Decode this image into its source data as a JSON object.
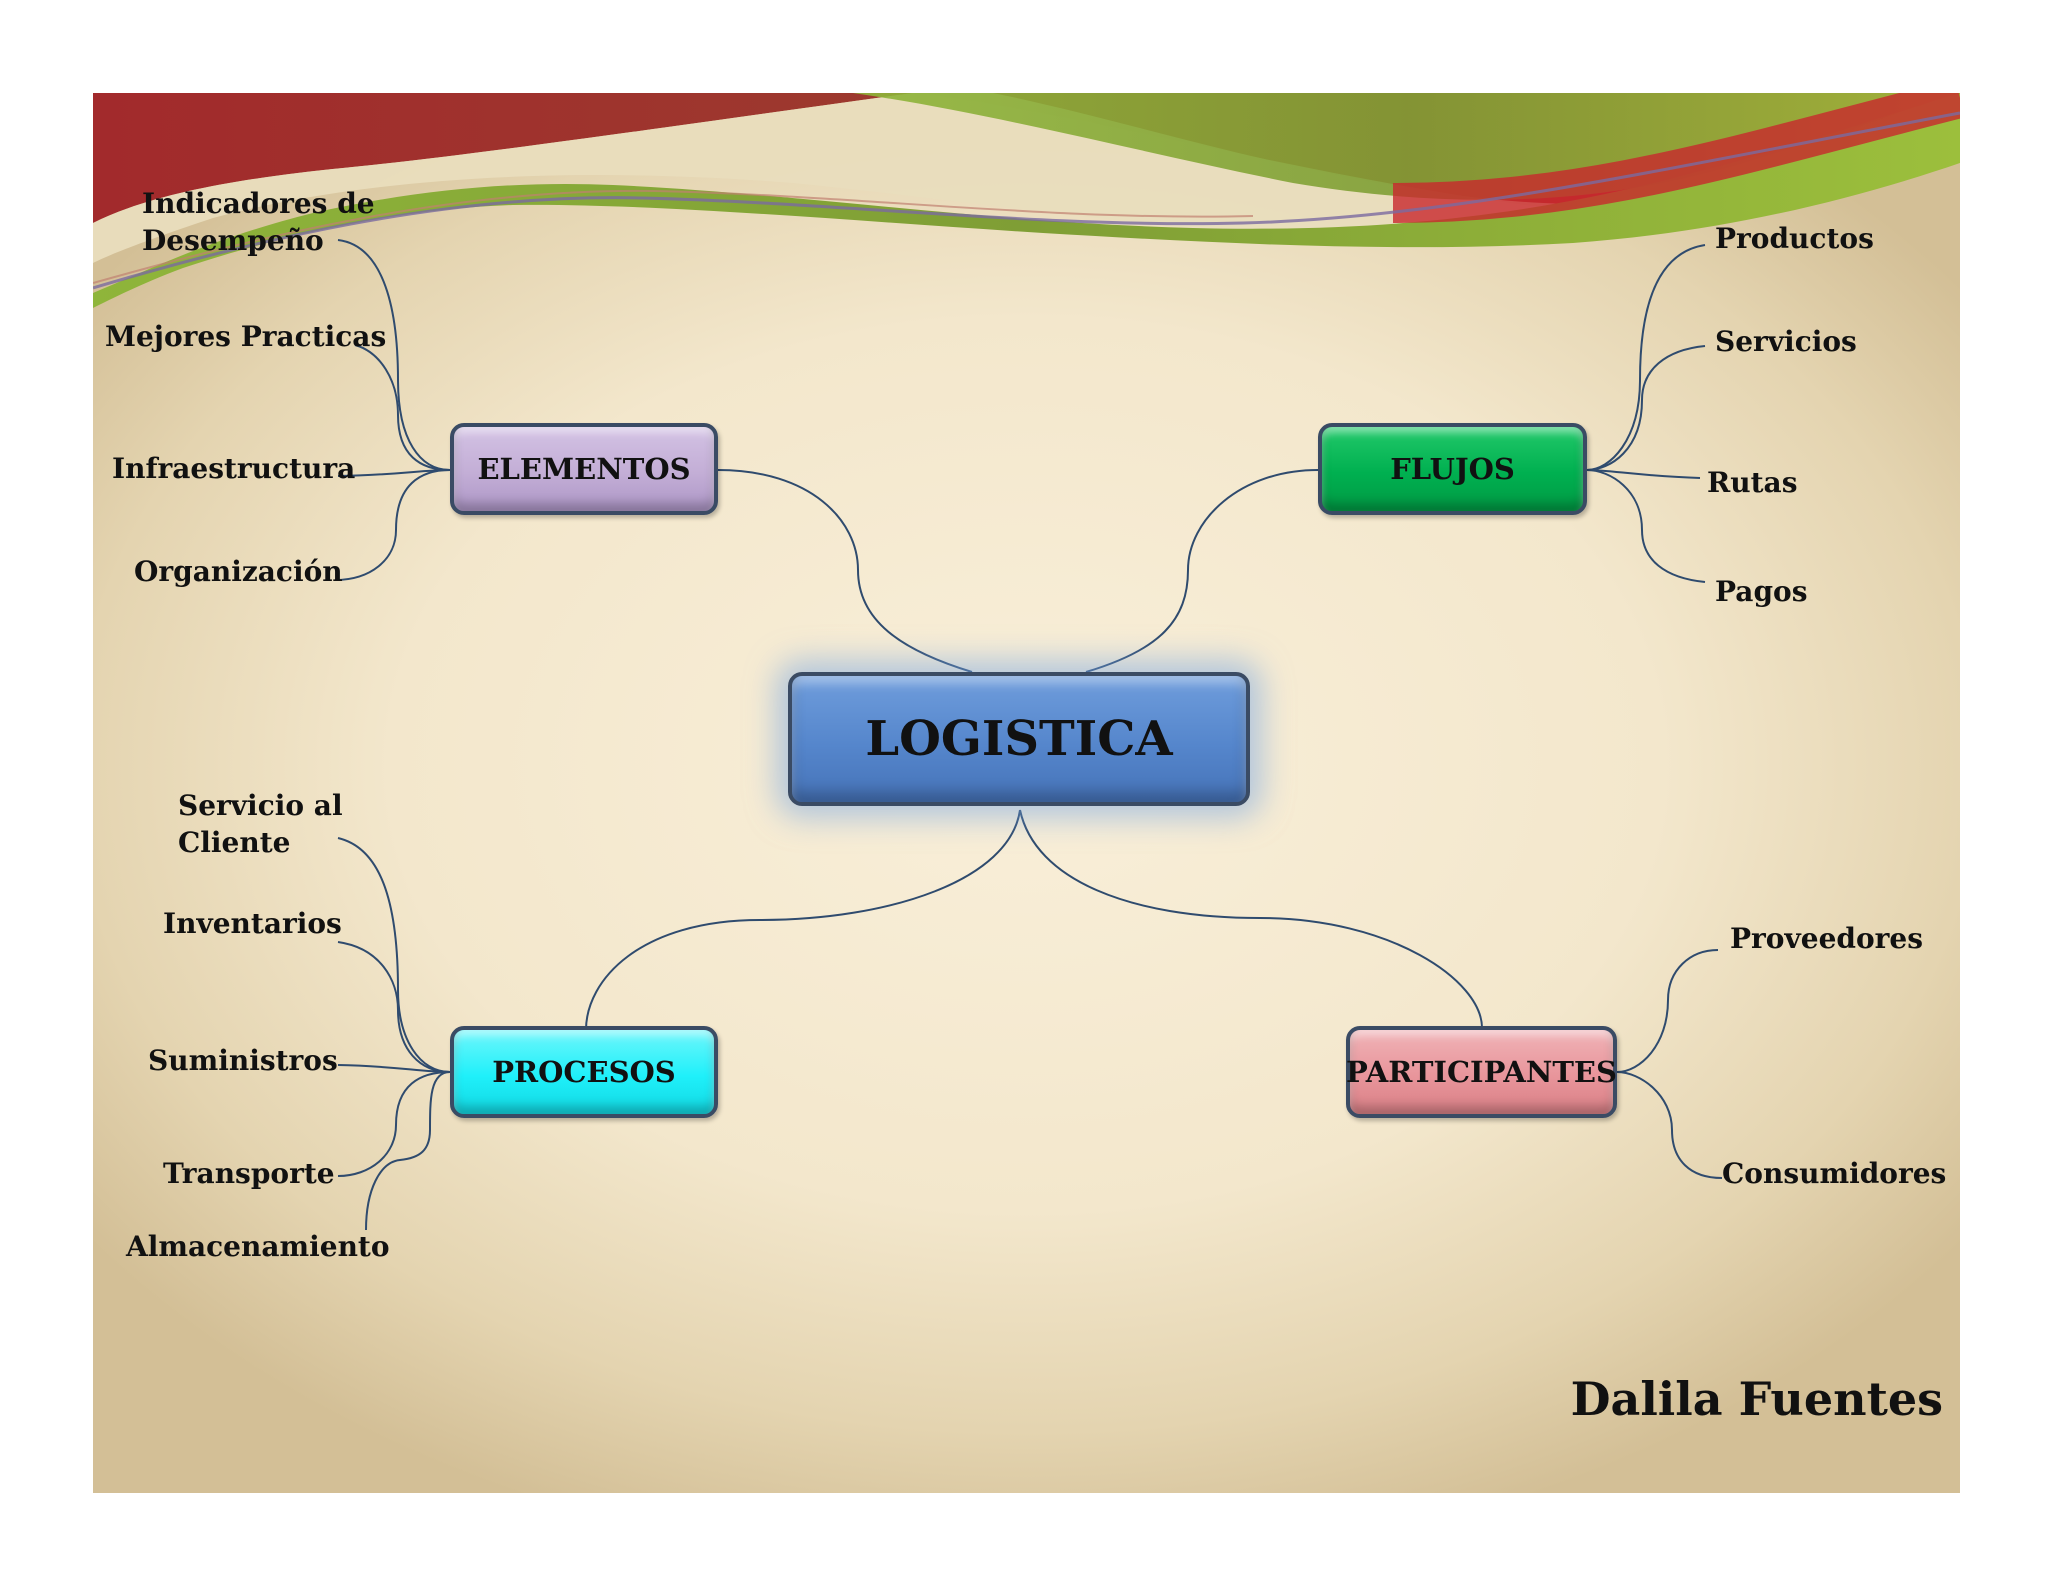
{
  "center": {
    "label": "LOGISTICA"
  },
  "branches": {
    "elementos": {
      "label": "ELEMENTOS",
      "color": "#c3aed6",
      "items": [
        "Indicadores de\nDesempeño",
        "Mejores Practicas",
        "Infraestructura",
        "Organización"
      ]
    },
    "flujos": {
      "label": "FLUJOS",
      "color": "#00b050",
      "items": [
        "Productos",
        "Servicios",
        "Rutas",
        "Pagos"
      ]
    },
    "procesos": {
      "label": "PROCESOS",
      "color": "#1ff0fa",
      "items": [
        "Servicio al\nCliente",
        "Inventarios",
        "Suministros",
        "Transporte",
        "Almacenamiento"
      ]
    },
    "participantes": {
      "label": "PARTICIPANTES",
      "color": "#e8959b",
      "items": [
        "Proveedores",
        "Consumidores"
      ]
    }
  },
  "author": "Dalila Fuentes",
  "colors": {
    "connector": "#2f4b6e",
    "banner_red": "#c0272d",
    "banner_green": "#8fb33a"
  }
}
